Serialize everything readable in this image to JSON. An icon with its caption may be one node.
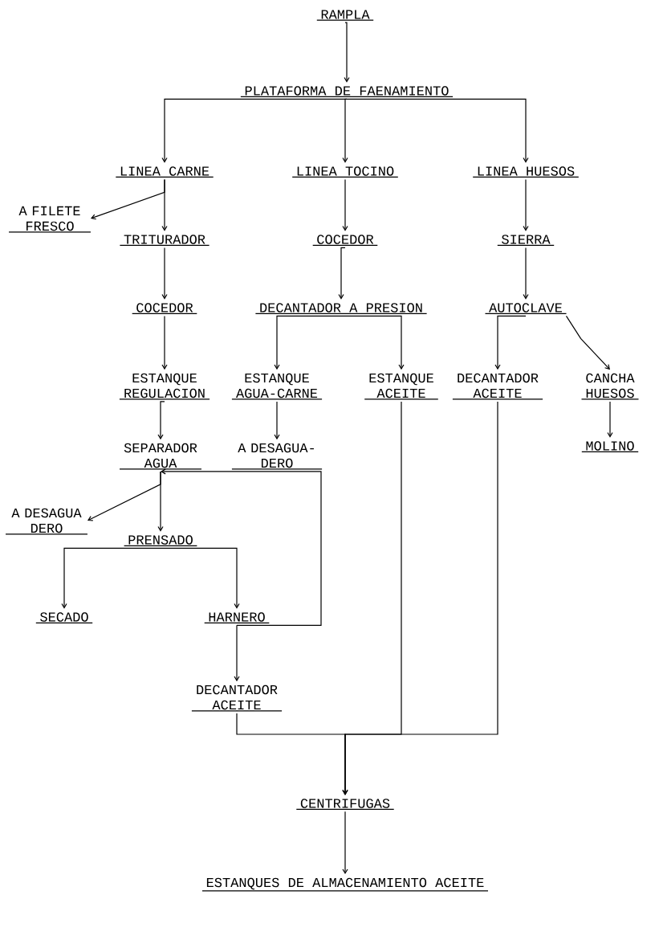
{
  "diagram": {
    "nodes": [
      {
        "text": [
          "RAMPLA"
        ]
      },
      {
        "text": [
          "PLATAFORMA DE FAENAMIENTO"
        ]
      },
      {
        "text": [
          "LINEA CARNE"
        ]
      },
      {
        "text": [
          "LINEA TOCINO"
        ]
      },
      {
        "text": [
          "LINEA HUESOS"
        ]
      },
      {
        "text": [
          "A FILETE FRESCO"
        ]
      },
      {
        "text": [
          "TRITURADOR"
        ]
      },
      {
        "text": [
          "COCEDOR"
        ]
      },
      {
        "text": [
          "SIERRA"
        ]
      },
      {
        "text": [
          "COCEDOR"
        ]
      },
      {
        "text": [
          "DECANTADOR A PRESION"
        ]
      },
      {
        "text": [
          "AUTOCLAVE"
        ]
      },
      {
        "text": [
          "ESTANQUE REGULACION"
        ]
      },
      {
        "text": [
          "ESTANQUE AGUA-CARNE"
        ]
      },
      {
        "text": [
          "ESTANQUE ACEITE"
        ]
      },
      {
        "text": [
          "DECANTADOR ACEITE"
        ]
      },
      {
        "text": [
          "CANCHA HUESOS"
        ]
      },
      {
        "text": [
          "SEPARADOR AGUA"
        ]
      },
      {
        "text": [
          "A DESAGUA-DERO"
        ]
      },
      {
        "text": [
          "MOLINO"
        ]
      },
      {
        "text": [
          "A DESAGUA DERO"
        ]
      },
      {
        "text": [
          "PRENSADO"
        ]
      },
      {
        "text": [
          "SECADO"
        ]
      },
      {
        "text": [
          "HARNERO"
        ]
      },
      {
        "text": [
          "DECANTADOR ACEITE"
        ]
      },
      {
        "text": [
          "CENTRIFUGAS"
        ]
      },
      {
        "text": [
          "ESTANQUES DE ALMACENAMIENTO ACEITE"
        ]
      }
    ],
    "edges": [
      {
        "from": 0,
        "to": 1,
        "arrow": "to"
      },
      {
        "from": 1,
        "to": 2,
        "arrow": "to"
      },
      {
        "from": 1,
        "to": 3,
        "arrow": "to"
      },
      {
        "from": 1,
        "to": 4,
        "arrow": "to"
      },
      {
        "from": 2,
        "to": 5,
        "arrow": "to"
      },
      {
        "from": 2,
        "to": 6,
        "arrow": "to"
      },
      {
        "from": 3,
        "to": 7,
        "arrow": "to"
      },
      {
        "from": 4,
        "to": 8,
        "arrow": "to"
      },
      {
        "from": 6,
        "to": 9,
        "arrow": "to"
      },
      {
        "from": 7,
        "to": 10,
        "arrow": "to"
      },
      {
        "from": 8,
        "to": 11,
        "arrow": "to"
      },
      {
        "from": 9,
        "to": 12,
        "arrow": "to"
      },
      {
        "from": 10,
        "to": 13,
        "arrow": "to"
      },
      {
        "from": 10,
        "to": 14,
        "arrow": "to"
      },
      {
        "from": 11,
        "to": 15,
        "arrow": "to"
      },
      {
        "from": 11,
        "to": 16,
        "arrow": "to"
      },
      {
        "from": 12,
        "to": 17,
        "arrow": "to"
      },
      {
        "from": 13,
        "to": 18,
        "arrow": "to"
      },
      {
        "from": 16,
        "to": 19,
        "arrow": "to"
      },
      {
        "from": 17,
        "to": 20,
        "arrow": "to"
      },
      {
        "from": 17,
        "to": 21,
        "arrow": "to"
      },
      {
        "from": 23,
        "to": 17,
        "arrow": "to"
      },
      {
        "from": 21,
        "to": 22,
        "arrow": "to"
      },
      {
        "from": 21,
        "to": 23,
        "arrow": "to"
      },
      {
        "from": 23,
        "to": 24,
        "arrow": "to"
      },
      {
        "from": 24,
        "to": 25,
        "arrow": "to"
      },
      {
        "from": 14,
        "to": 25,
        "arrow": "to"
      },
      {
        "from": 15,
        "to": 25,
        "arrow": "to"
      },
      {
        "from": 25,
        "to": 26,
        "arrow": "to"
      }
    ]
  }
}
